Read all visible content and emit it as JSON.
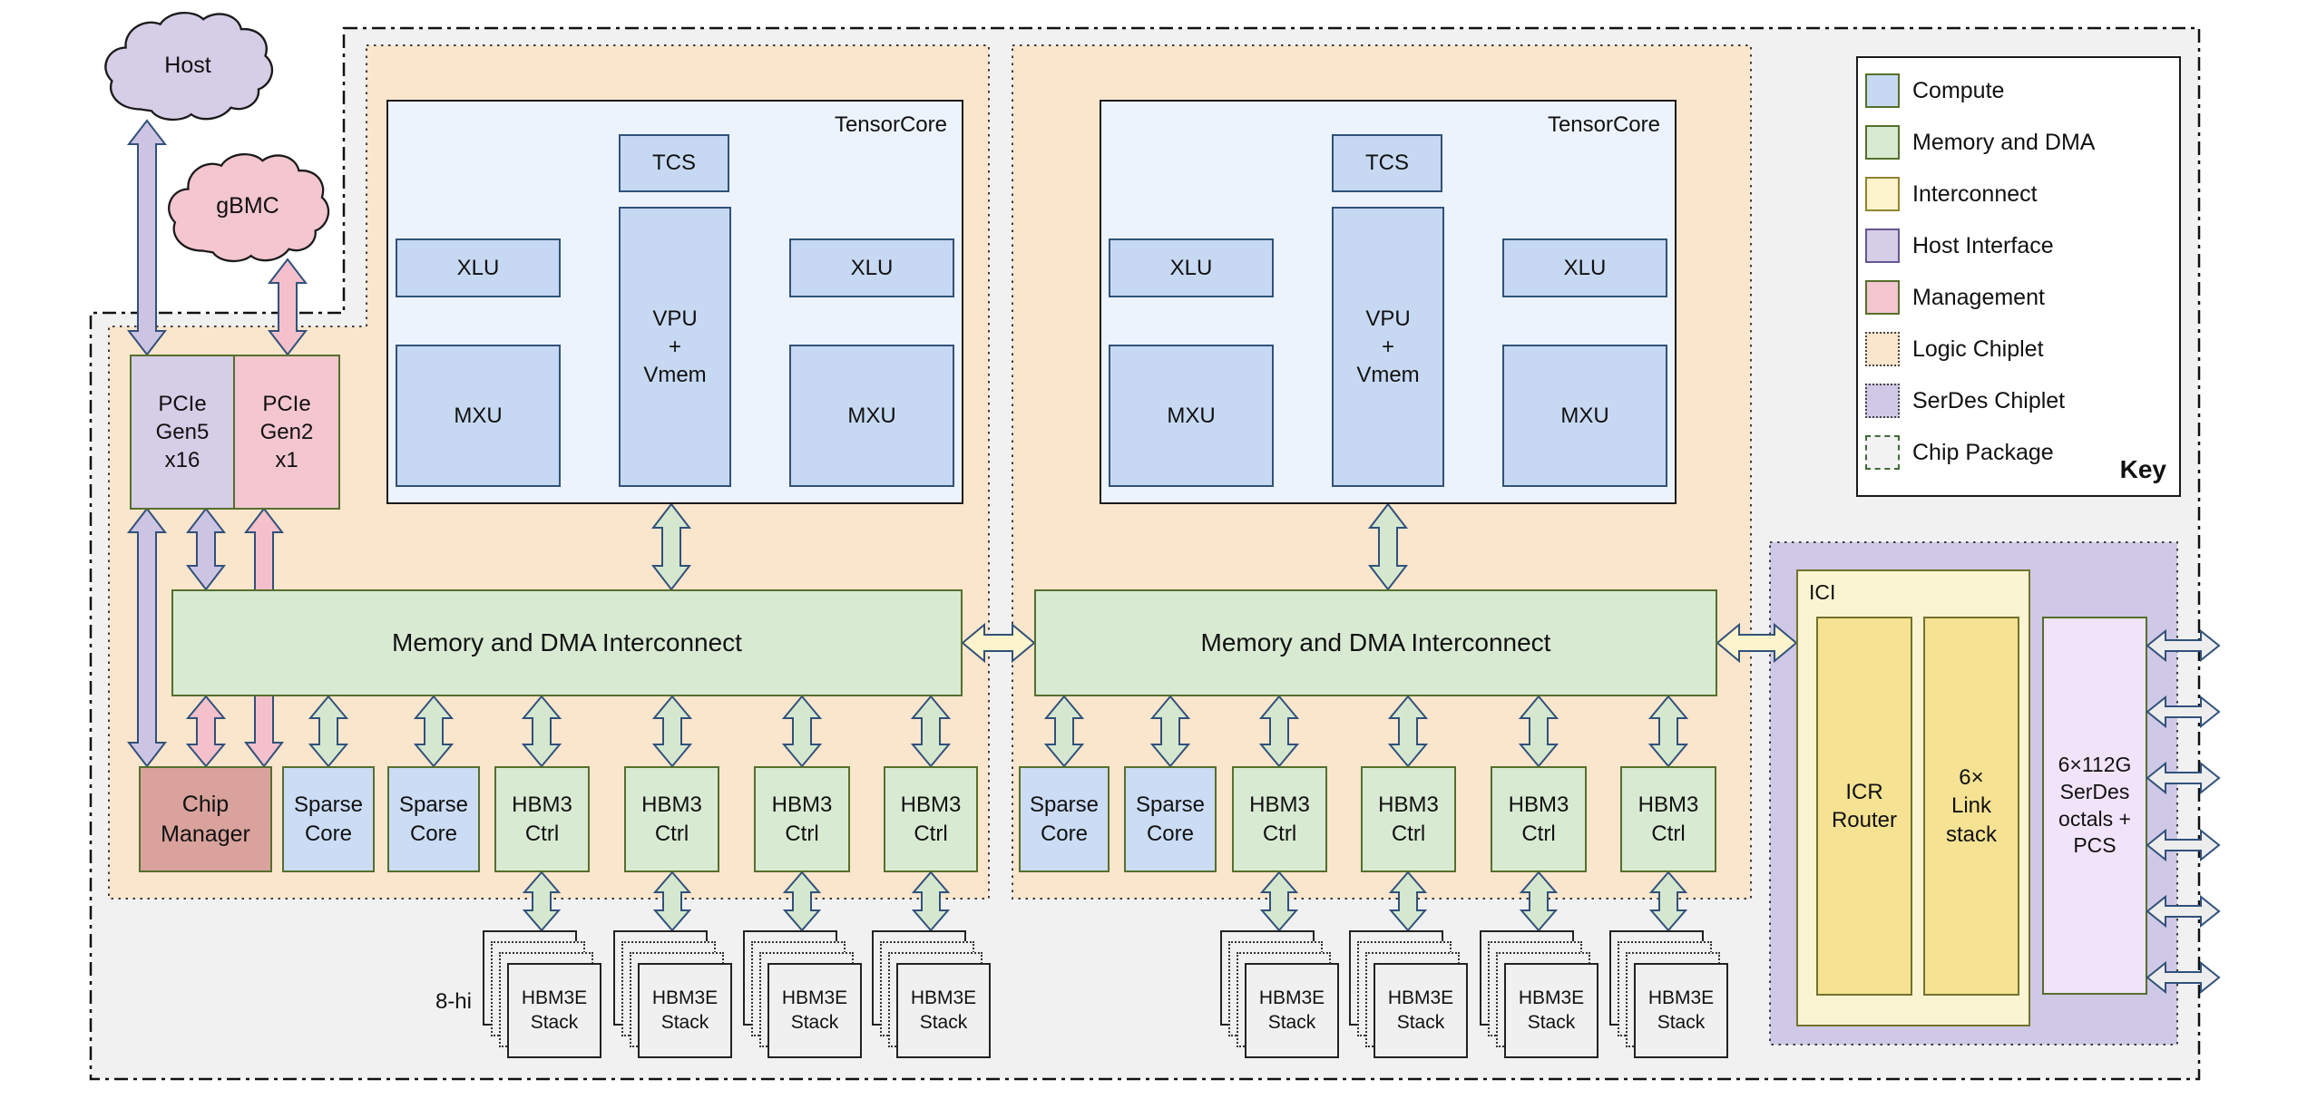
{
  "diagram": {
    "clouds": {
      "host": "Host",
      "gbmc": "gBMC"
    },
    "pcie_gen5": {
      "lines": [
        "PCIe",
        "Gen5",
        "x16"
      ]
    },
    "pcie_gen2": {
      "lines": [
        "PCIe",
        "Gen2",
        "x1"
      ]
    },
    "tensorcore": {
      "title": "TensorCore",
      "tcs": "TCS",
      "vpu_lines": [
        "VPU",
        "+",
        "Vmem"
      ],
      "xlu": "XLU",
      "mxu": "MXU"
    },
    "interconnect_label": "Memory and DMA Interconnect",
    "chip_manager_lines": [
      "Chip",
      "Manager"
    ],
    "sparse_core_lines": [
      "Sparse",
      "Core"
    ],
    "hbm3_ctrl_lines": [
      "HBM3",
      "Ctrl"
    ],
    "hbm3e_stack_lines": [
      "HBM3E",
      "Stack"
    ],
    "stack_height_label": "8-hi",
    "ici": {
      "title": "ICI",
      "icr_lines": [
        "ICR",
        "Router"
      ],
      "link_lines": [
        "6×",
        "Link",
        "stack"
      ]
    },
    "serdes_octals_lines": [
      "6×112G",
      "SerDes",
      "octals +",
      "PCS"
    ]
  },
  "legend": {
    "title": "Key",
    "items": [
      {
        "label": "Compute",
        "swatch": "compute"
      },
      {
        "label": "Memory and DMA",
        "swatch": "memory"
      },
      {
        "label": "Interconnect",
        "swatch": "interconnect"
      },
      {
        "label": "Host Interface",
        "swatch": "host"
      },
      {
        "label": "Management",
        "swatch": "management"
      },
      {
        "label": "Logic Chiplet",
        "swatch": "logic-chiplet"
      },
      {
        "label": "SerDes Chiplet",
        "swatch": "serdes-chiplet"
      },
      {
        "label": "Chip Package",
        "swatch": "chip-package"
      }
    ]
  },
  "colors": {
    "compute_blue": "#c7d9f2",
    "memory_green": "#d9ead3",
    "interconnect_yellow": "#fdf3cc",
    "host_purple": "#d6cde7",
    "management_pink": "#f3c6d0",
    "logic_chiplet_orange": "#fae5cd",
    "serdes_chiplet_purple": "#cfc8e6",
    "chip_package_gray": "#f1f1f2",
    "chip_manager_red": "#d9a29c",
    "arrow_outline_blue": "#31517b",
    "box_border_green": "#54702c"
  }
}
